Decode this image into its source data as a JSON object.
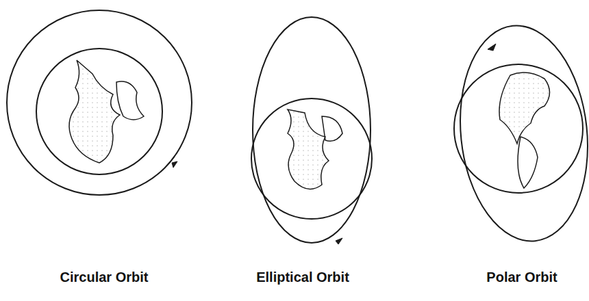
{
  "diagram": {
    "labels": [
      "Circular Orbit",
      "Elliptical Orbit",
      "Polar Orbit"
    ]
  }
}
